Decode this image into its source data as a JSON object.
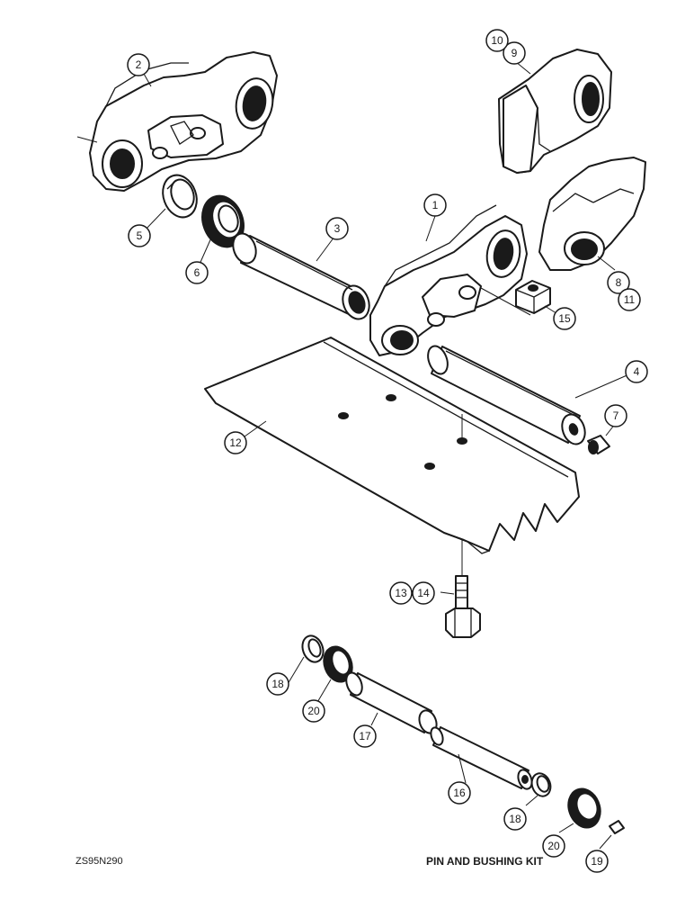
{
  "figure": {
    "code": "ZS95N290",
    "title": "PIN AND BUSHING KIT"
  },
  "callouts": {
    "c1": "1",
    "c2": "2",
    "c3": "3",
    "c4": "4",
    "c5": "5",
    "c6": "6",
    "c7": "7",
    "c8": "8",
    "c9": "9",
    "c10": "10",
    "c11": "11",
    "c12": "12",
    "c13": "13",
    "c14": "14",
    "c15": "15",
    "c16": "16",
    "c17": "17",
    "c18a": "18",
    "c18b": "18",
    "c19": "19",
    "c20a": "20",
    "c20b": "20"
  }
}
